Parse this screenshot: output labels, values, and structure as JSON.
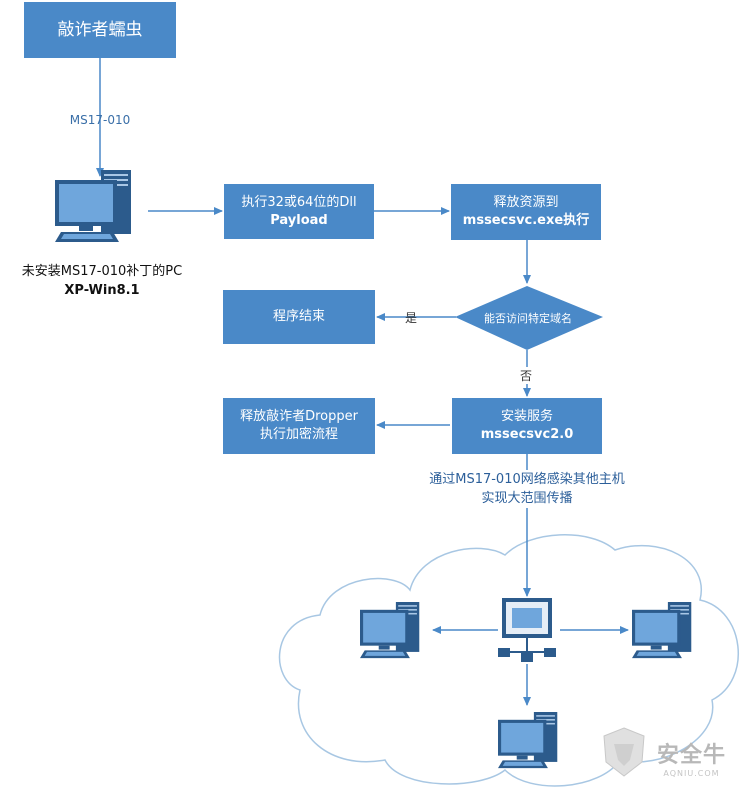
{
  "nodes": {
    "ransom_worm": "敲诈者蠕虫",
    "execute_dll": [
      "执行32或64位的Dll",
      "Payload"
    ],
    "release_resource": [
      "释放资源到",
      "mssecsvc.exe执行"
    ],
    "decision": "能否访问特定域名",
    "program_end": "程序结束",
    "install_service": [
      "安装服务",
      "mssecsvc2.0"
    ],
    "release_dropper": [
      "释放敲诈者Dropper",
      "执行加密流程"
    ]
  },
  "labels": {
    "exploit": "MS17-010",
    "unpatched_pc": [
      "未安装MS17-010补丁的PC",
      "XP-Win8.1"
    ],
    "yes": "是",
    "no": "否",
    "spread": [
      "通过MS17-010网络感染其他主机",
      "实现大范围传播"
    ]
  },
  "watermark": {
    "text": "安全牛",
    "sub": "AQNIU.COM"
  },
  "colors": {
    "box": "#4a89c8",
    "arrow": "#4a89c8",
    "cloud": "#a8c7e3"
  }
}
